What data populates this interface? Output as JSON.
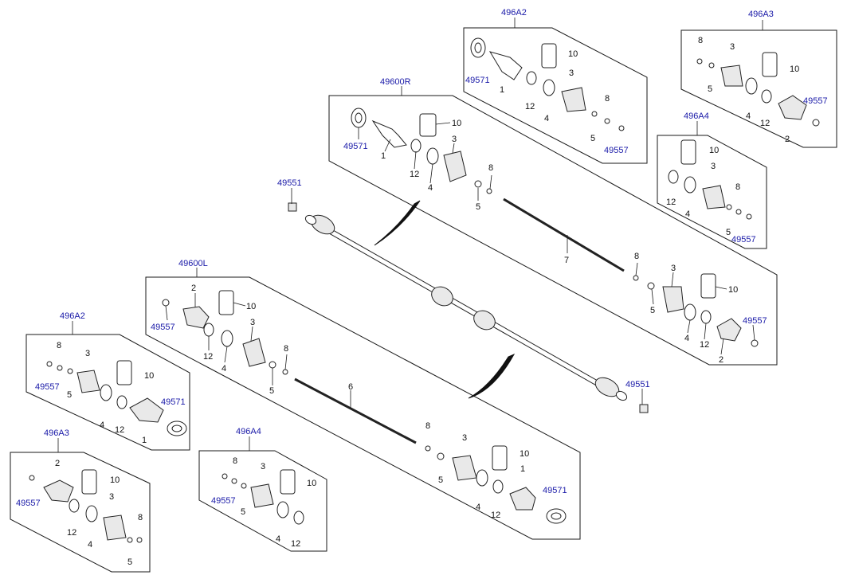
{
  "refs": {
    "assy_rh": "49600R",
    "assy_lh": "49600L",
    "kit_a2": "496A2",
    "kit_a3": "496A3",
    "kit_a4": "496A4",
    "outer_boot_kit": "49571",
    "inner_boot_kit": "49557",
    "nut": "49551"
  },
  "labels": {
    "n1": "1",
    "n2": "2",
    "n3": "3",
    "n4": "4",
    "n5": "5",
    "n6": "6",
    "n7": "7",
    "n8": "8",
    "n10": "10",
    "n12": "12"
  }
}
